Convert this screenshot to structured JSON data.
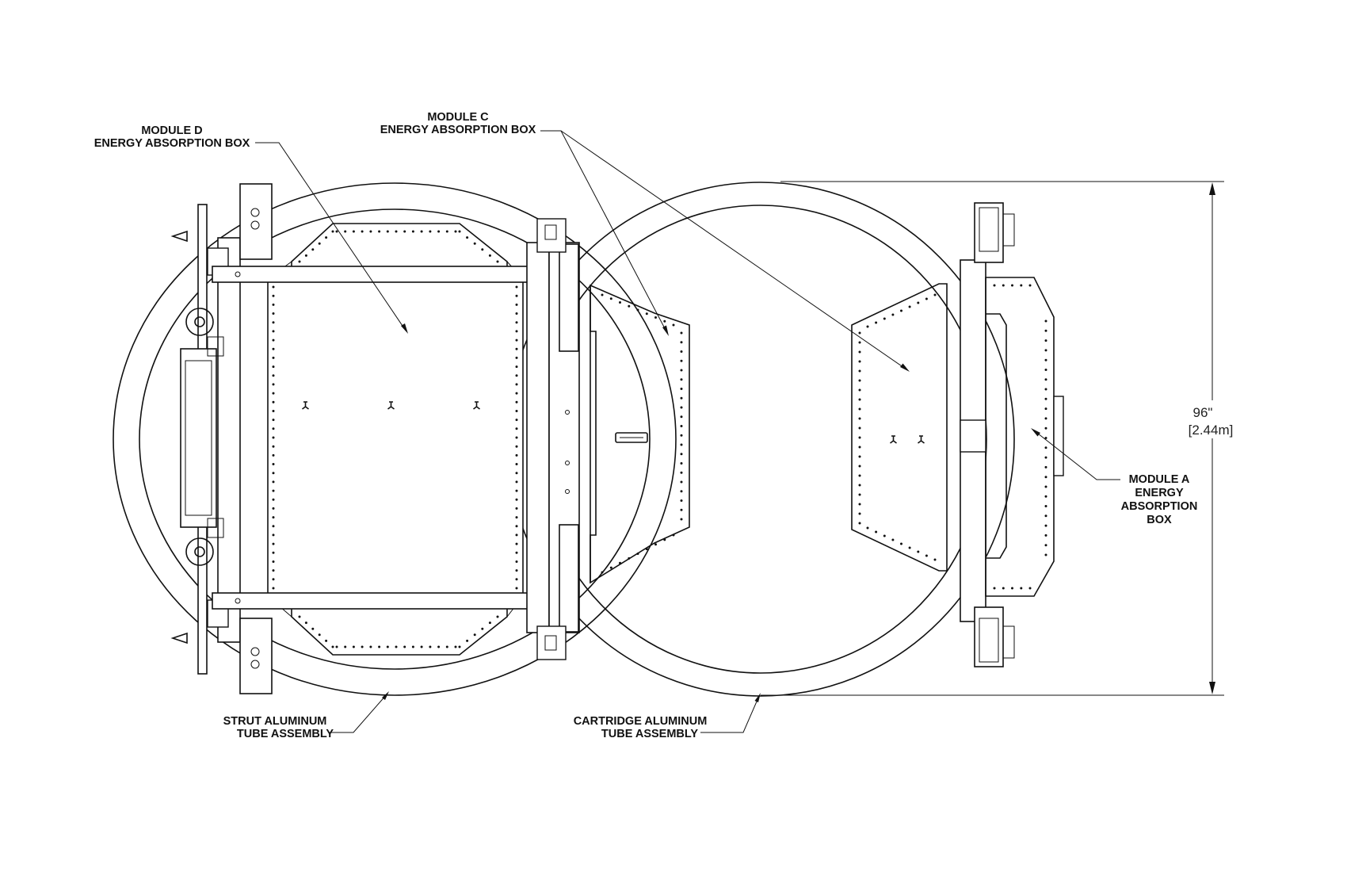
{
  "labels": {
    "module_d": [
      "MODULE D",
      "ENERGY ABSORPTION BOX"
    ],
    "module_c": [
      "MODULE C",
      "ENERGY ABSORPTION BOX"
    ],
    "module_a": [
      "MODULE A",
      "ENERGY",
      "ABSORPTION",
      "BOX"
    ],
    "strut": [
      "STRUT ALUMINUM",
      "TUBE ASSEMBLY"
    ],
    "cartridge": [
      "CARTRIDGE ALUMINUM",
      "TUBE ASSEMBLY"
    ]
  },
  "dimension": {
    "imperial": "96\"",
    "metric": "[2.44m]"
  }
}
